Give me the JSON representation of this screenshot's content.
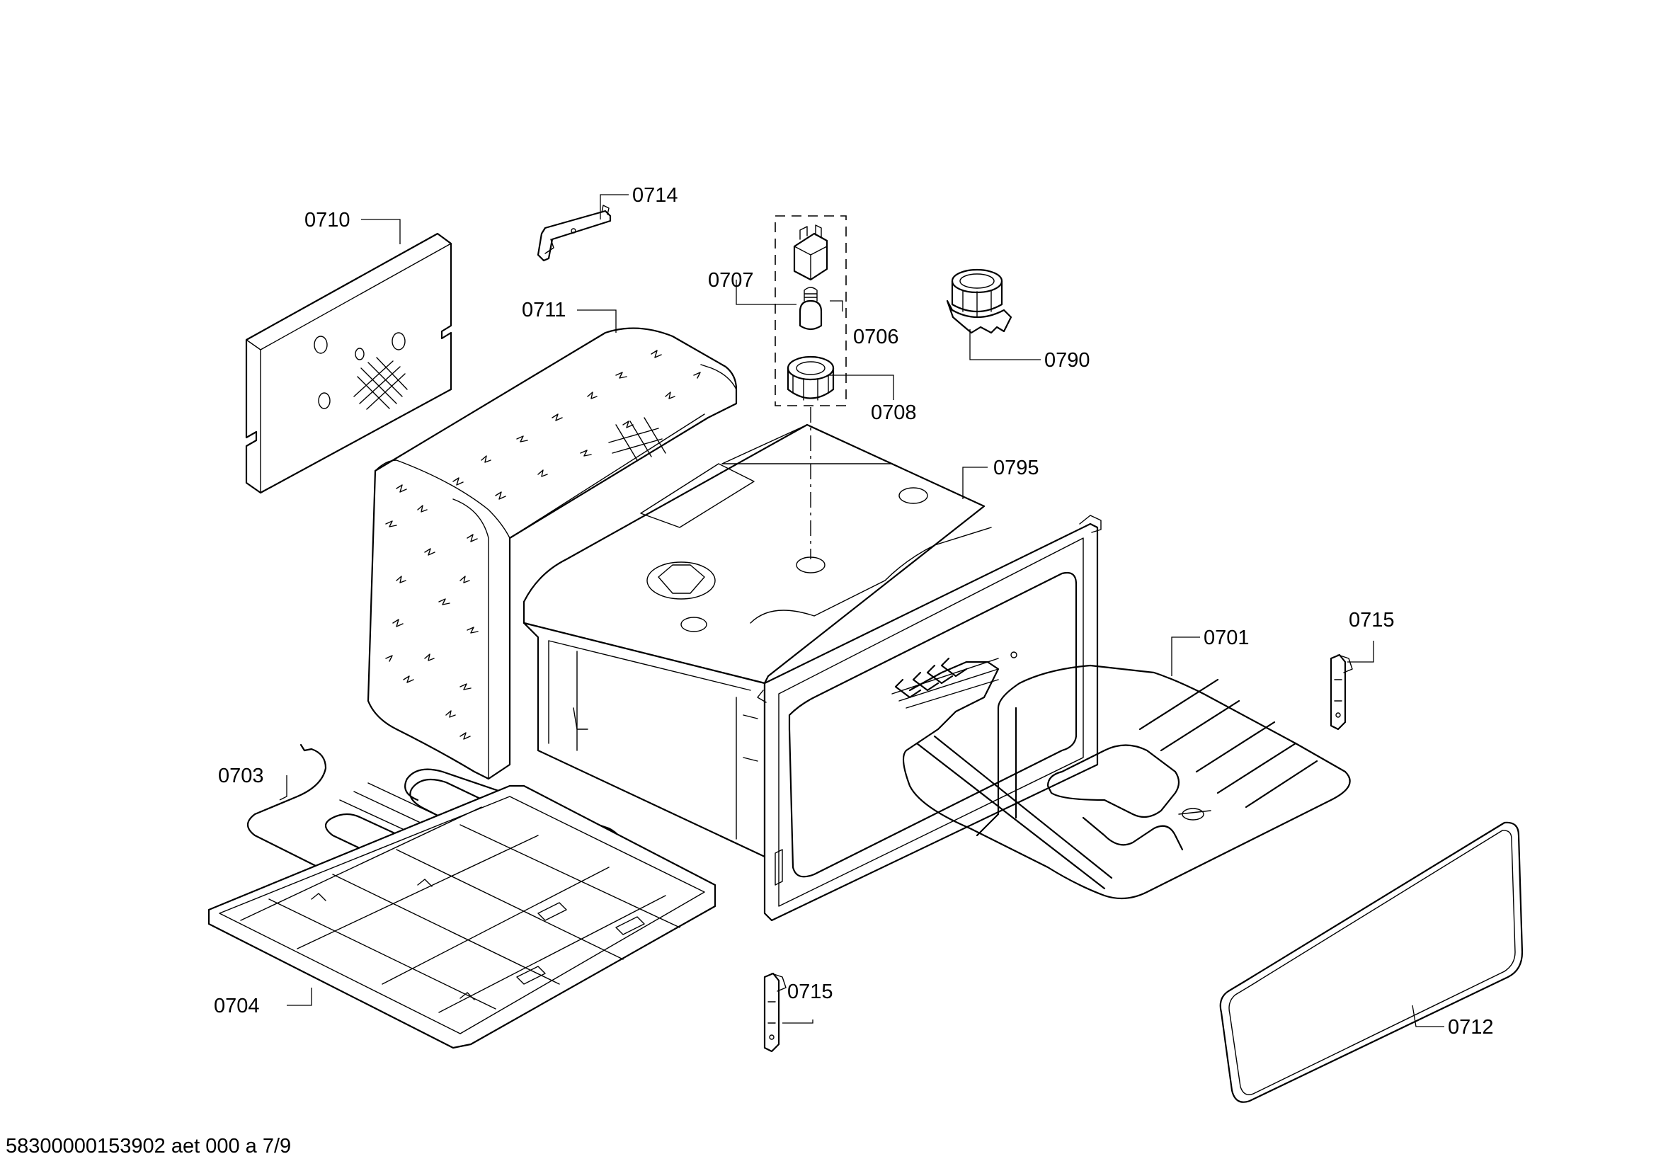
{
  "labels": {
    "p0710": "0710",
    "p0714": "0714",
    "p0707": "0707",
    "p0706": "0706",
    "p0708": "0708",
    "p0790": "0790",
    "p0711": "0711",
    "p0795": "0795",
    "p0701": "0701",
    "p0715a": "0715",
    "p0703": "0703",
    "p0704": "0704",
    "p0715b": "0715",
    "p0712": "0712"
  },
  "footer": "58300000153902 aet 000 a 7/9"
}
